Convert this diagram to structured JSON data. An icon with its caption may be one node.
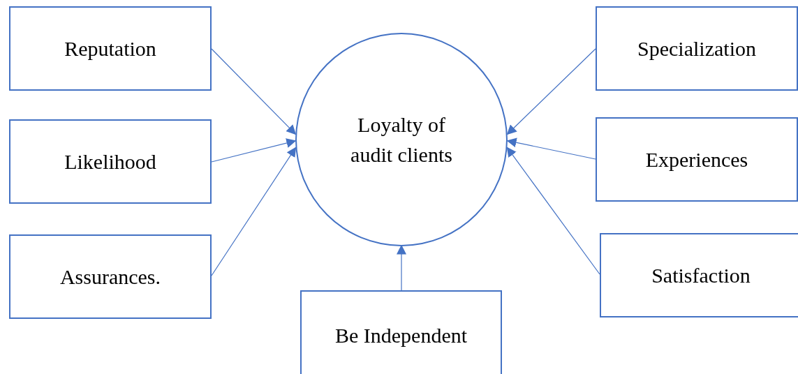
{
  "diagram": {
    "nodes": [
      {
        "text": [
          "Loyalty of audit clients"
        ]
      },
      {
        "text": [
          "Reputation"
        ]
      },
      {
        "text": [
          "Likelihood"
        ]
      },
      {
        "text": [
          "Assurances."
        ]
      },
      {
        "text": [
          "Specialization"
        ]
      },
      {
        "text": [
          "Experiences"
        ]
      },
      {
        "text": [
          "Satisfaction"
        ]
      },
      {
        "text": [
          "Be Independent"
        ]
      }
    ],
    "edges": [
      {
        "from": 1,
        "to": 0,
        "arrow": "to"
      },
      {
        "from": 2,
        "to": 0,
        "arrow": "to"
      },
      {
        "from": 3,
        "to": 0,
        "arrow": "to"
      },
      {
        "from": 4,
        "to": 0,
        "arrow": "to"
      },
      {
        "from": 5,
        "to": 0,
        "arrow": "to"
      },
      {
        "from": 6,
        "to": 0,
        "arrow": "to"
      },
      {
        "from": 7,
        "to": 0,
        "arrow": "to"
      }
    ]
  }
}
